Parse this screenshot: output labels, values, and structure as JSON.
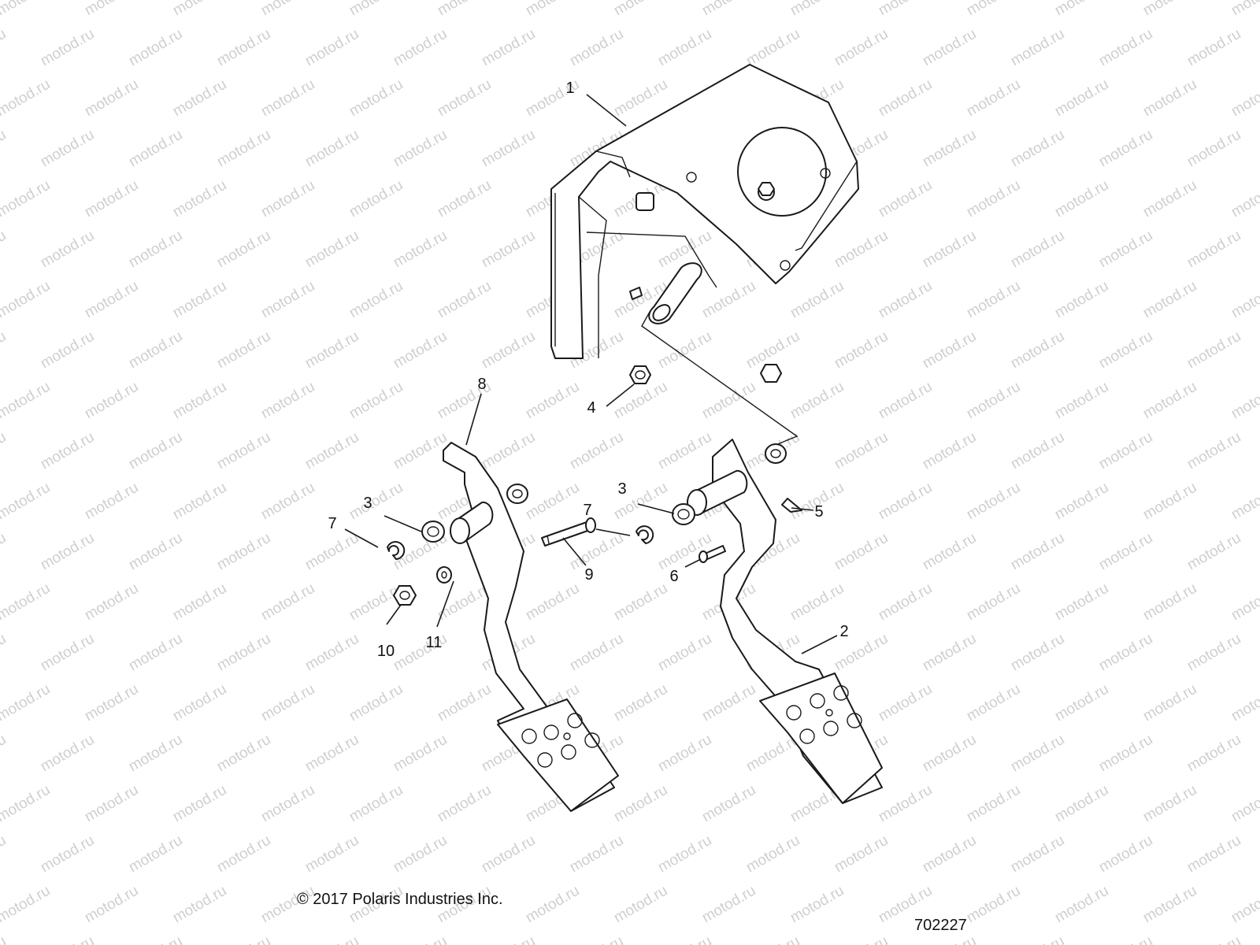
{
  "watermark": {
    "text": "motod.ru",
    "color": "#cfcfcf"
  },
  "callouts": [
    {
      "id": "c1",
      "label": "1",
      "part": "pedal-bracket"
    },
    {
      "id": "c2",
      "label": "2",
      "part": "brake-pedal"
    },
    {
      "id": "c3a",
      "label": "3",
      "part": "bushing-left"
    },
    {
      "id": "c3b",
      "label": "3",
      "part": "bushing-right"
    },
    {
      "id": "c4",
      "label": "4",
      "part": "flange-nut"
    },
    {
      "id": "c5",
      "label": "5",
      "part": "hair-pin-clip"
    },
    {
      "id": "c6",
      "label": "6",
      "part": "clevis-pin"
    },
    {
      "id": "c7a",
      "label": "7",
      "part": "e-clip-left"
    },
    {
      "id": "c7b",
      "label": "7",
      "part": "e-clip-right"
    },
    {
      "id": "c8",
      "label": "8",
      "part": "throttle-pedal"
    },
    {
      "id": "c9",
      "label": "9",
      "part": "pivot-pin"
    },
    {
      "id": "c10",
      "label": "10",
      "part": "lock-nut"
    },
    {
      "id": "c11",
      "label": "11",
      "part": "washer"
    }
  ],
  "footer": {
    "copyright": "© 2017 Polaris Industries Inc.",
    "drawing_number": "702227"
  }
}
